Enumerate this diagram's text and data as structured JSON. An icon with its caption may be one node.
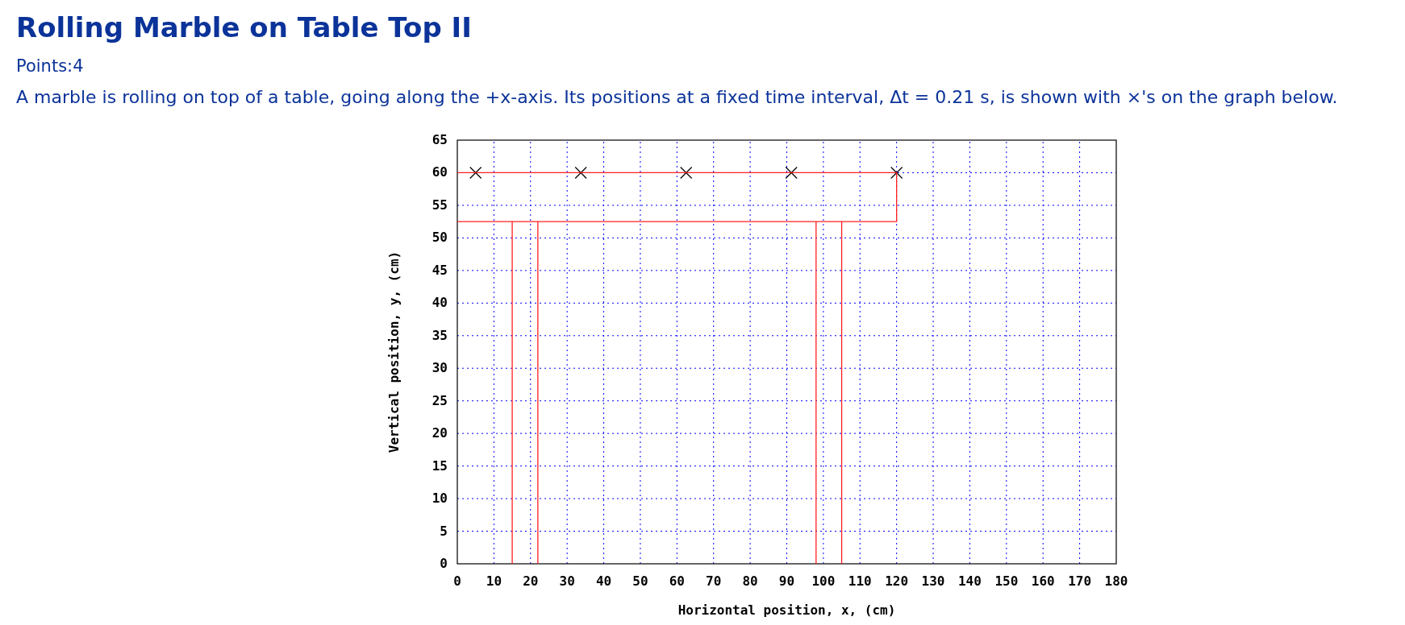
{
  "diagram": {
    "title": "Rolling Marble on Table Top II",
    "labels": [
      "Points:4",
      "A marble is rolling on top of a table, going along the +x-axis. Its positions at a fixed time interval, Δt = 0.21 s, is shown with ×'s on the graph below."
    ],
    "chart_data": {
      "type": "scatter",
      "xlabel": "Horizontal position, x, (cm)",
      "ylabel": "Vertical position, y, (cm)",
      "x": [
        5,
        33.75,
        62.5,
        91.25,
        120
      ],
      "series": [
        {
          "color": "#000000",
          "values": [
            60,
            60,
            60,
            60,
            60
          ]
        }
      ],
      "grid": true,
      "xlim": [
        0,
        180
      ],
      "ylim": [
        0,
        65
      ],
      "xticks": [
        0,
        10,
        20,
        30,
        40,
        50,
        60,
        70,
        80,
        90,
        100,
        110,
        120,
        130,
        140,
        150,
        160,
        170,
        180
      ],
      "yticks": [
        0,
        5,
        10,
        15,
        20,
        25,
        30,
        35,
        40,
        45,
        50,
        55,
        60,
        65
      ]
    }
  }
}
